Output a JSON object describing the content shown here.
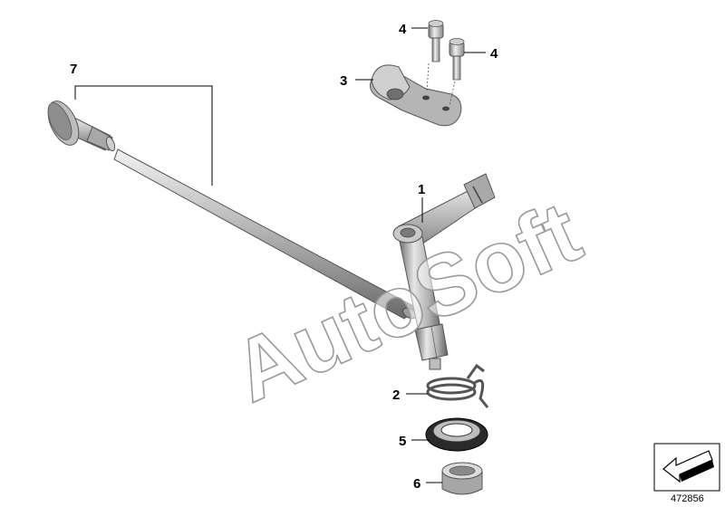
{
  "callouts": [
    "1",
    "2",
    "3",
    "4",
    "4",
    "5",
    "6",
    "7"
  ],
  "watermark": "AutoSoft",
  "reference_number": "472856",
  "colors": {
    "part_light": "#d6d6d6",
    "part_mid": "#a9a9a9",
    "part_dark": "#6f6f6f",
    "seal": "#1e1e1e",
    "line": "#000000"
  },
  "icons": [
    "direction-arrow-icon"
  ]
}
